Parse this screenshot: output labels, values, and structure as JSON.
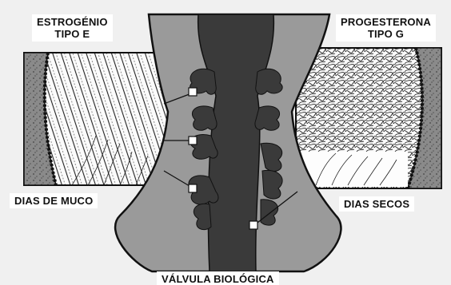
{
  "labels": {
    "estrogen_line1": "ESTROGÉNIO",
    "estrogen_line2": "TIPO E",
    "progesterone_line1": "PROGESTERONA",
    "progesterone_line2": "TIPO G",
    "mucus_days": "DIAS DE MUCO",
    "dry_days": "DIAS SECOS",
    "valve": "VÁLVULA BIOLÓGICA"
  },
  "colors": {
    "canal_light": "#9a9a9a",
    "canal_dark": "#3a3a3a",
    "tissue": "#7a7a7a",
    "background": "#f0f0f0",
    "label_bg": "#ffffff"
  }
}
